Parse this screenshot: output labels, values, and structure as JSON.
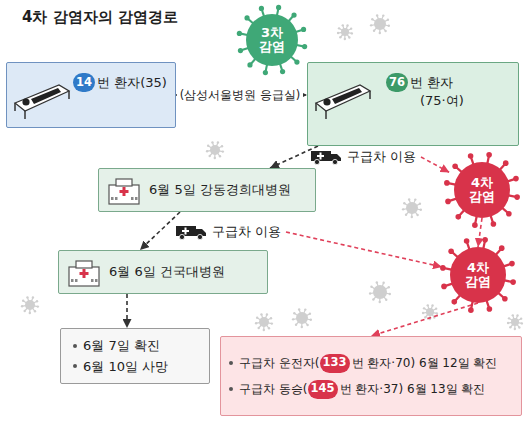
{
  "diagram": {
    "title": "4차 감염자의 감염경로",
    "nodes": [
      {
        "text": [
          "14",
          "번 환자(35)"
        ]
      },
      {
        "text": [
          "3차 감염"
        ]
      },
      {
        "text": [
          "76",
          "번 환자",
          "(75·여)"
        ]
      },
      {
        "text": [
          "6월 5일 강동경희대병원"
        ]
      },
      {
        "text": [
          "4차 감염"
        ]
      },
      {
        "text": [
          "6월 6일 건국대병원"
        ]
      },
      {
        "text": [
          "4차 감염"
        ]
      },
      {
        "text": [
          "6월 7일 확진",
          "6월 10일 사망"
        ]
      },
      {
        "text": [
          "구급차 운전자(",
          "133",
          "번 환자·70) 6월 12일 확진",
          "구급차 동승(",
          "145",
          "번 환자·37) 6월 13일 확진"
        ]
      }
    ],
    "edges": [
      {
        "from": 0,
        "to": 2,
        "arrow": "to",
        "label": "(삼성서울병원 응급실)"
      },
      {
        "from": 2,
        "to": 3,
        "arrow": "to",
        "label": "구급차 이용"
      },
      {
        "from": 3,
        "to": 5,
        "arrow": "to",
        "label": "구급차 이용"
      },
      {
        "from": 5,
        "to": 7,
        "arrow": "to"
      },
      {
        "from": 4,
        "to": 6,
        "arrow": "to"
      },
      {
        "from": 6,
        "to": 8,
        "arrow": "to"
      }
    ]
  }
}
